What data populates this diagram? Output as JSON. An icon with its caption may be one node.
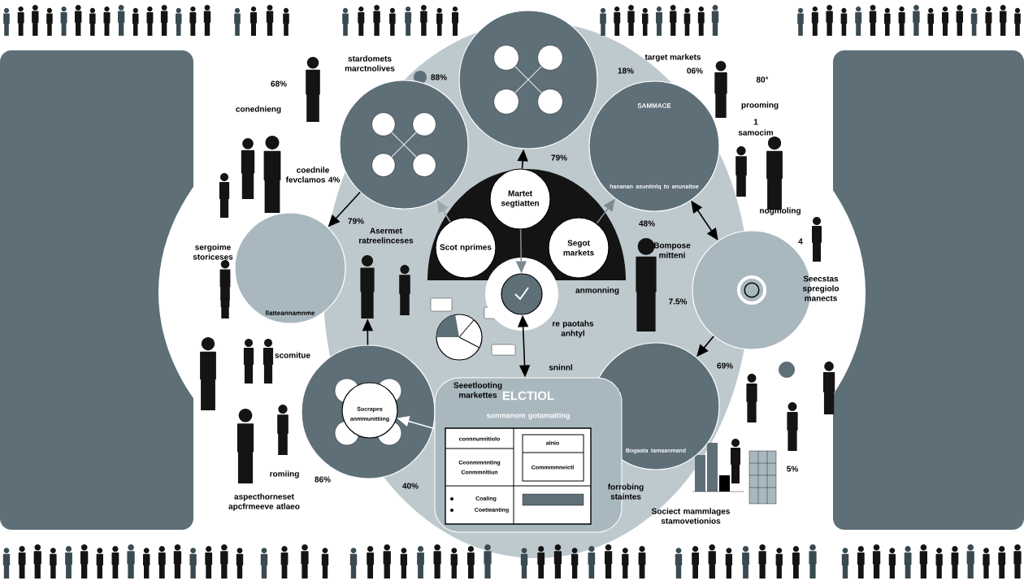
{
  "diagram": {
    "nodes": [
      {
        "text": [],
        "shape": "band"
      },
      {
        "text": [
          "Martet segtiatten"
        ],
        "in": 0
      },
      {
        "text": [
          "Scot nprimes"
        ],
        "in": 0
      },
      {
        "text": [
          "Segot markets"
        ],
        "in": 0
      },
      {
        "text": [],
        "shape": "circle"
      },
      {
        "text": [],
        "shape": "circle"
      },
      {
        "text": [],
        "shape": "circle"
      },
      {
        "text": [
          "SAMMACE",
          "hananan asuntinlq to anunaitoe"
        ]
      },
      {
        "text": [
          "llatteannamnme"
        ]
      },
      {
        "text": [],
        "shape": "circle"
      },
      {
        "text": [],
        "shape": "circle"
      },
      {
        "text": [
          "Socrapes anmmunittiing"
        ],
        "in": 10
      },
      {
        "text": [
          "Bogaata tamaanmand"
        ]
      },
      {
        "text": [
          "ELCTIOL",
          "sonmanom gotamatting"
        ]
      },
      {
        "text": [],
        "shape": "person"
      }
    ],
    "edges": [
      {
        "from": 1,
        "to": 4,
        "arrow": "to",
        "color": "#7d8a90"
      },
      {
        "from": 2,
        "to": 5,
        "arrow": "to",
        "color": "#9aa8ae"
      },
      {
        "from": 3,
        "to": 7,
        "arrow": "to",
        "color": "#7d8a90"
      },
      {
        "from": 1,
        "to": 6,
        "arrow": "to"
      },
      {
        "from": 5,
        "to": 8,
        "arrow": "to"
      },
      {
        "from": 7,
        "to": 9,
        "arrow": "both"
      },
      {
        "from": 9,
        "to": 12,
        "arrow": "to"
      },
      {
        "from": 13,
        "to": 11,
        "arrow": "to",
        "color": "#ffffff"
      },
      {
        "from": 4,
        "to": 13,
        "arrow": "both"
      },
      {
        "from": 10,
        "to": 14,
        "arrow": "to"
      }
    ],
    "labels": [
      "stardomets marctnolives",
      "88%",
      "68%",
      "conednieng",
      "coednile fevclamos 4%",
      "79%",
      "Asermet ratreelinceses",
      "sergoime storiceses",
      "scomitue",
      "romiing",
      "86%",
      "aspecthorneset apcfrmeeve atlaeo",
      "40%",
      "target markets",
      "18%",
      "06%",
      "80°",
      "prooming",
      "1",
      "samocim",
      "79%",
      "nogmoling",
      "48%",
      "4",
      "Bompose mitteni",
      "7.5%",
      "Seecstas spregiolo manects",
      "anmonning",
      "re paotahs anhtyl",
      "sninnl",
      "Seeetlooting markettes",
      "69%",
      "5%",
      "forrobing staintes",
      "Sociect mammlages stamovetionios",
      "connnunnitiolo",
      "alnio",
      "Ceonmmnnting Conmmnltiun",
      "Commmmneictl",
      "Coaling",
      "Coetieanting"
    ]
  }
}
